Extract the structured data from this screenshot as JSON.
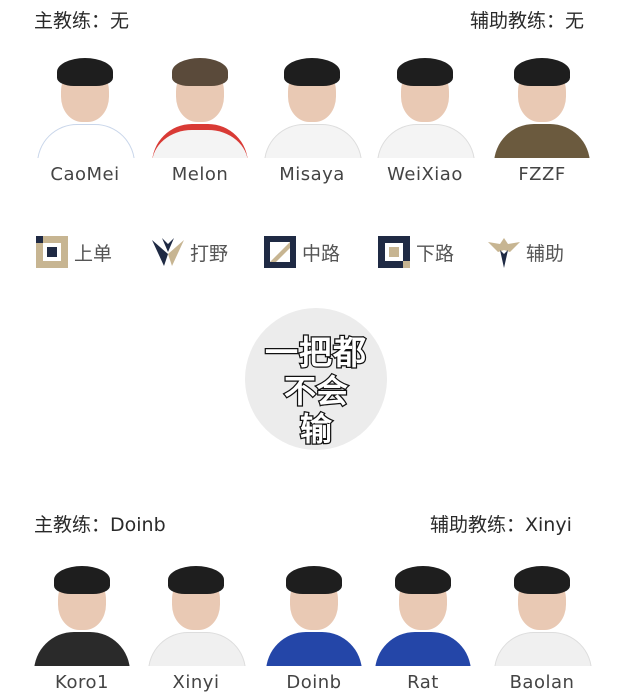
{
  "team_top": {
    "head_coach": "主教练：无",
    "assistant_coach": "辅助教练：无",
    "players": [
      {
        "name": "CaoMei",
        "jersey": "#ffffff"
      },
      {
        "name": "Melon",
        "jersey": "#d93a35"
      },
      {
        "name": "Misaya",
        "jersey": "#f4f4f4"
      },
      {
        "name": "WeiXiao",
        "jersey": "#f4f4f4"
      },
      {
        "name": "FZZF",
        "jersey": "#6b5a3e"
      }
    ]
  },
  "roles": [
    {
      "label": "上单",
      "icon": "top-lane-icon"
    },
    {
      "label": "打野",
      "icon": "jungle-icon"
    },
    {
      "label": "中路",
      "icon": "mid-lane-icon"
    },
    {
      "label": "下路",
      "icon": "bot-lane-icon"
    },
    {
      "label": "辅助",
      "icon": "support-icon"
    }
  ],
  "badge": {
    "line1": "一把都",
    "line2": "不会",
    "line3": "输"
  },
  "team_bottom": {
    "head_coach": "主教练：Doinb",
    "assistant_coach": "辅助教练：Xinyi",
    "players": [
      {
        "name": "Koro1",
        "jersey": "#2a2a2a"
      },
      {
        "name": "Xinyi",
        "jersey": "#f0f0f0"
      },
      {
        "name": "Doinb",
        "jersey": "#2446a8"
      },
      {
        "name": "Rat",
        "jersey": "#2446a8"
      },
      {
        "name": "Baolan",
        "jersey": "#f0f0f0"
      }
    ]
  },
  "colors": {
    "icon_gold": "#c7b592",
    "icon_dark": "#1f2a44"
  }
}
